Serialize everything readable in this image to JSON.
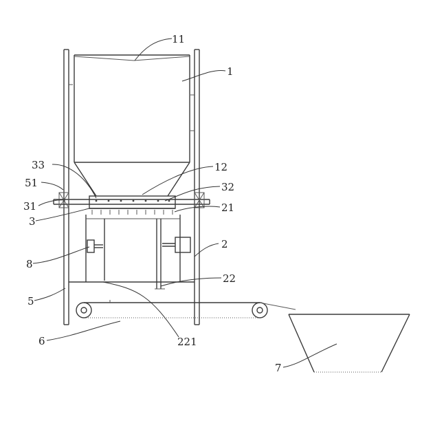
{
  "labels": {
    "hopper": "1",
    "hopper_lid": "11",
    "hopper_outlet": "12",
    "chamber": "2",
    "chamber_wall": "21",
    "gate": "22",
    "gate_part": "221",
    "plate": "3",
    "plate_part_31": "31",
    "plate_part_32": "32",
    "plate_part_33": "33",
    "frame": "5",
    "frame_part_51": "51",
    "conveyor": "6",
    "bin": "7",
    "cylinder": "8"
  }
}
